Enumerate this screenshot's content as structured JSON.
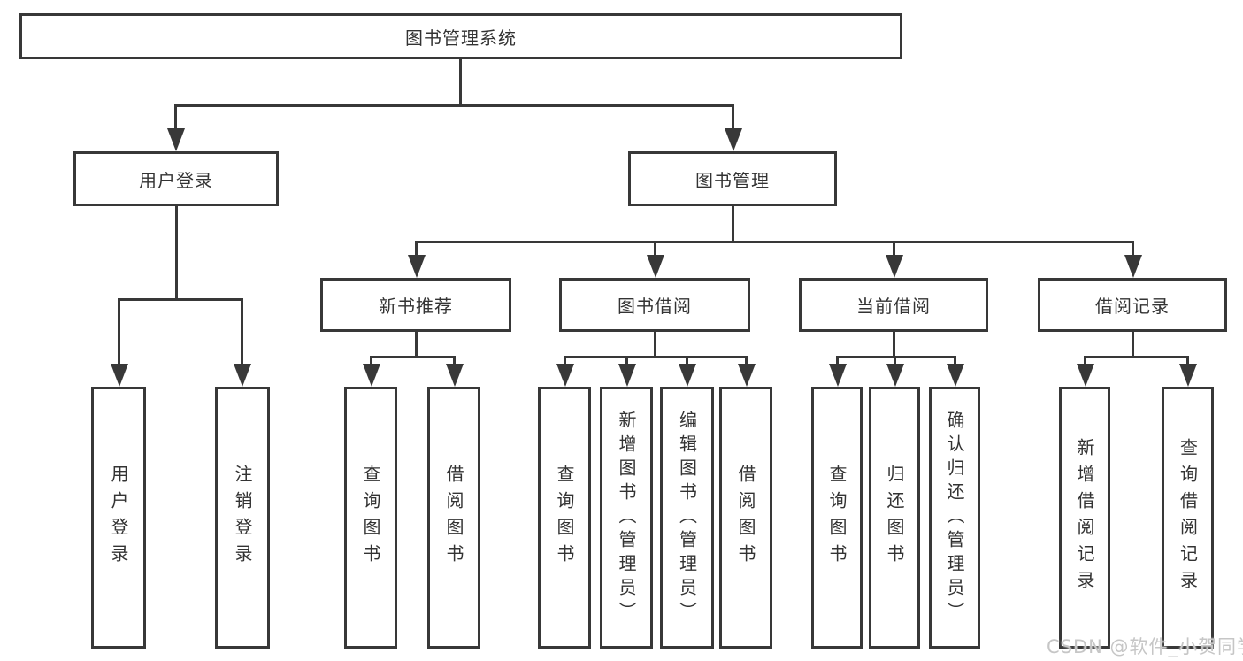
{
  "tree": {
    "label": "图书管理系统",
    "children": [
      {
        "label": "用户登录",
        "children": [
          {
            "label": "用户登录"
          },
          {
            "label": "注销登录"
          }
        ]
      },
      {
        "label": "图书管理",
        "children": [
          {
            "label": "新书推荐",
            "children": [
              {
                "label": "查询图书"
              },
              {
                "label": "借阅图书"
              }
            ]
          },
          {
            "label": "图书借阅",
            "children": [
              {
                "label": "查询图书"
              },
              {
                "label": "新增图书（管理员）"
              },
              {
                "label": "编辑图书（管理员）"
              },
              {
                "label": "借阅图书"
              }
            ]
          },
          {
            "label": "当前借阅",
            "children": [
              {
                "label": "查询图书"
              },
              {
                "label": "归还图书"
              },
              {
                "label": "确认归还（管理员）"
              }
            ]
          },
          {
            "label": "借阅记录",
            "children": [
              {
                "label": "新增借阅记录"
              },
              {
                "label": "查询借阅记录"
              }
            ]
          }
        ]
      }
    ]
  },
  "watermark": {
    "text": "CSDN @软件_小贺同学"
  },
  "colors": {
    "line": "#383838",
    "text": "#333333",
    "background": "#ffffff",
    "watermark_text": "#c6c6c6"
  }
}
